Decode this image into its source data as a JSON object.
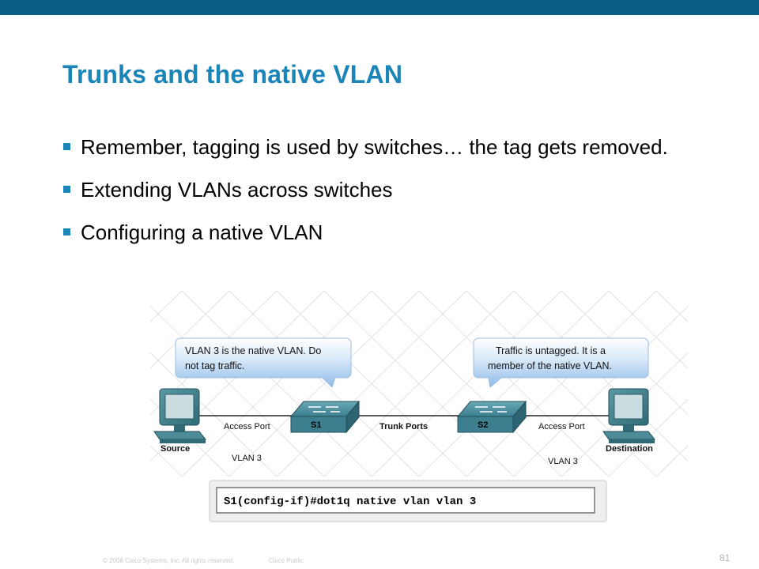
{
  "slide": {
    "title": "Trunks and the native VLAN",
    "bullets": [
      "Remember, tagging is used by switches… the tag gets removed.",
      "Extending VLANs across switches",
      "Configuring a native VLAN"
    ]
  },
  "diagram": {
    "bubble_left": [
      "VLAN 3 is the native VLAN. Do",
      "not tag traffic."
    ],
    "bubble_right": [
      "Traffic is untagged. It is a",
      "member of the native VLAN."
    ],
    "switch_left": "S1",
    "switch_right": "S2",
    "access_port_left": "Access Port",
    "access_port_right": "Access Port",
    "trunk_ports": "Trunk Ports",
    "source": "Source",
    "destination": "Destination",
    "vlan_left": "VLAN 3",
    "vlan_right": "VLAN 3",
    "command": "S1(config-if)#dot1q native vlan vlan 3"
  },
  "footer": {
    "copyright": "© 2006 Cisco Systems, Inc. All rights reserved.",
    "classification": "Cisco Public",
    "page_number": "81"
  },
  "colors": {
    "brand_bar": "#0b5c84",
    "title": "#1a85b8",
    "bullet": "#1a85b8",
    "switch": "#3d7f8f"
  }
}
